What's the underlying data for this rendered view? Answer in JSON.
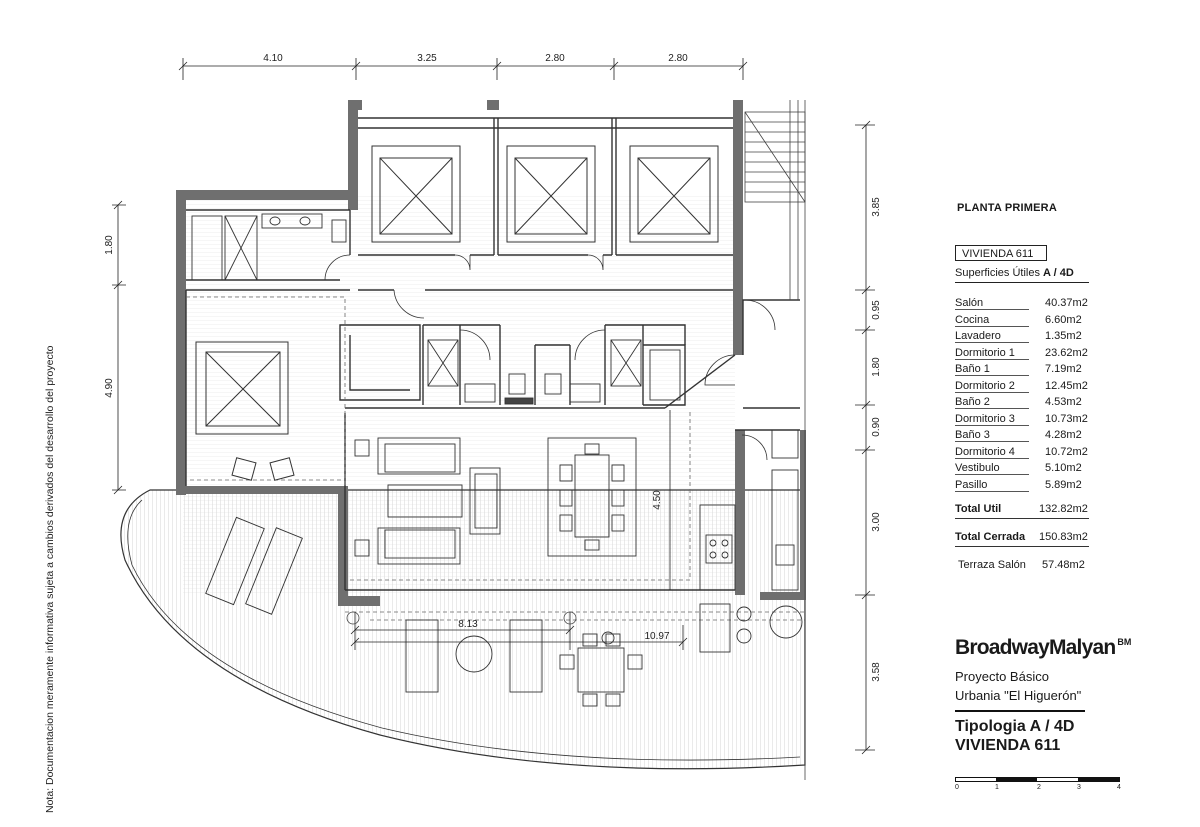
{
  "side_note": "Nota: Documentacion meramente informativa sujeta a cambios derivados del desarrollo del proyecto",
  "dimensions_top": [
    "4.10",
    "3.25",
    "2.80",
    "2.80"
  ],
  "dimensions_left": [
    "1.80",
    "4.90"
  ],
  "dimensions_right": [
    "3.85",
    "0.95",
    "1.80",
    "0.90",
    "3.00",
    "3.58"
  ],
  "dimensions_inner": {
    "salon_depth": "4.50",
    "terrace_width_a": "8.13",
    "terrace_width_b": "10.97"
  },
  "floor_label": "PLANTA PRIMERA",
  "unit_label": "VIVIENDA 611",
  "surfaces_header_prefix": "Superficies Útiles",
  "surfaces_header_type": "A / 4D",
  "areas": [
    {
      "name": "Salón",
      "value": "40.37m2"
    },
    {
      "name": "Cocina",
      "value": "6.60m2"
    },
    {
      "name": "Lavadero",
      "value": "1.35m2"
    },
    {
      "name": "Dormitorio 1",
      "value": "23.62m2"
    },
    {
      "name": "Baño 1",
      "value": "7.19m2"
    },
    {
      "name": "Dormitorio 2",
      "value": "12.45m2"
    },
    {
      "name": "Baño 2",
      "value": "4.53m2"
    },
    {
      "name": "Dormitorio 3",
      "value": "10.73m2"
    },
    {
      "name": "Baño 3",
      "value": "4.28m2"
    },
    {
      "name": "Dormitorio 4",
      "value": "10.72m2"
    },
    {
      "name": "Vestibulo",
      "value": "5.10m2"
    },
    {
      "name": "Pasillo",
      "value": "5.89m2"
    }
  ],
  "totals": {
    "util_label": "Total Util",
    "util_value": "132.82m2",
    "cerrada_label": "Total Cerrada",
    "cerrada_value": "150.83m2",
    "terraza_label": "Terraza Salón",
    "terraza_value": "57.48m2"
  },
  "brand": "BroadwayMalyan",
  "brand_mark": "BM",
  "project_line1": "Proyecto Básico",
  "project_line2": "Urbania \"El Higuerón\"",
  "typology": "Tipologia A / 4D",
  "unit_title": "VIVIENDA 611",
  "scale_labels": [
    "0",
    "1",
    "2",
    "3",
    "4"
  ],
  "colors": {
    "wall": "#6e6e6e",
    "line": "#2a2a2a",
    "terrace_hatch": "#b9b9b9",
    "highlight": "#c0392b"
  },
  "icons": [
    "north-arrow-icon",
    "key-plan-icon",
    "bed-icon",
    "sofa-icon",
    "dining-table-icon",
    "sunbed-icon"
  ]
}
